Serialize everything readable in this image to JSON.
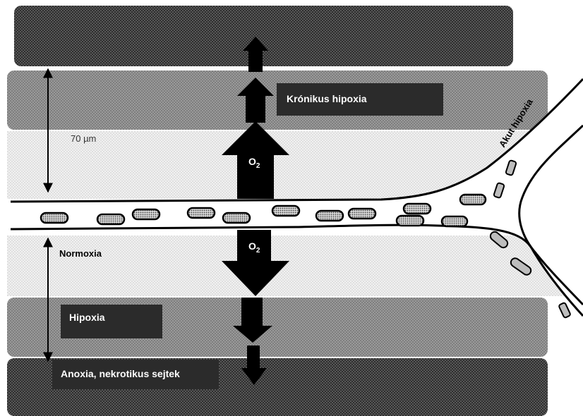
{
  "labels": {
    "chronic_hypoxia": "Krónikus hipoxia",
    "acute_hypoxia": "Akut hipoxia",
    "distance": "70 µm",
    "o2_up": "O",
    "o2_down": "O",
    "o2_sub": "2",
    "normoxia": "Normoxia",
    "hypoxia": "Hipoxia",
    "anoxia": "Anoxia, nekrotikus sejtek"
  }
}
